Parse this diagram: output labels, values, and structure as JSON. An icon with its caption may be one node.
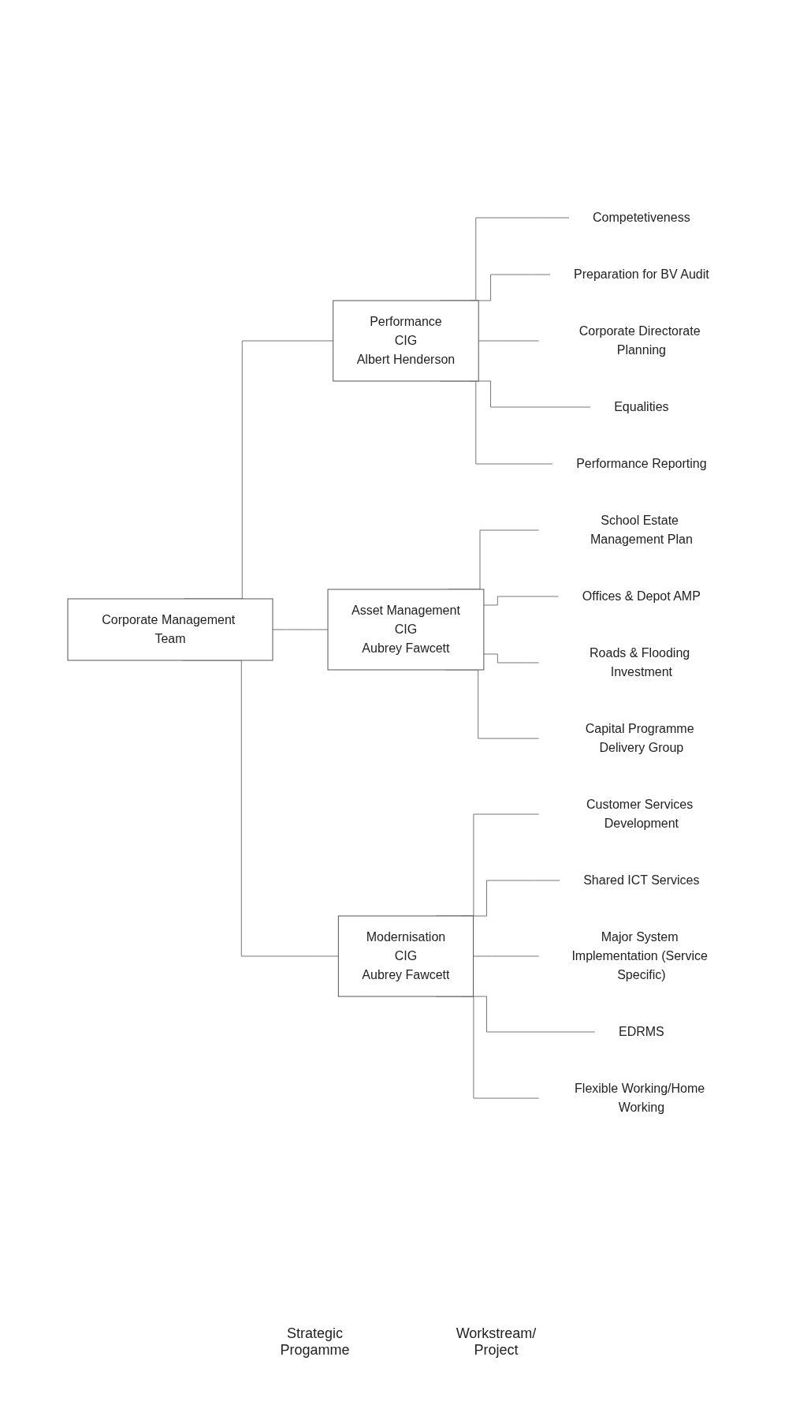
{
  "diagram": {
    "nodes": [
      {
        "text": [
          "Corporate Management Team"
        ]
      },
      {
        "text": [
          "Performance",
          "CIG",
          "Albert Henderson"
        ]
      },
      {
        "text": [
          "Competetiveness"
        ]
      },
      {
        "text": [
          "Preparation for BV Audit"
        ]
      },
      {
        "text": [
          "Corporate Directorate Planning"
        ]
      },
      {
        "text": [
          "Equalities"
        ]
      },
      {
        "text": [
          "Performance Reporting"
        ]
      },
      {
        "text": [
          "Asset Management",
          "CIG",
          "Aubrey Fawcett"
        ]
      },
      {
        "text": [
          "School Estate Management Plan"
        ]
      },
      {
        "text": [
          "Offices & Depot AMP"
        ]
      },
      {
        "text": [
          "Roads & Flooding Investment"
        ]
      },
      {
        "text": [
          "Capital Programme Delivery Group"
        ]
      },
      {
        "text": [
          "Modernisation",
          "CIG",
          "Aubrey Fawcett"
        ]
      },
      {
        "text": [
          "Customer Services Development"
        ]
      },
      {
        "text": [
          "Shared ICT Services"
        ]
      },
      {
        "text": [
          "Major System Implementation (Service Specific)"
        ]
      },
      {
        "text": [
          "EDRMS"
        ]
      },
      {
        "text": [
          "Flexible Working/Home Working"
        ]
      }
    ],
    "edges": [
      {
        "from": 0,
        "to": 1,
        "arrow": "none"
      },
      {
        "from": 0,
        "to": 7,
        "arrow": "none"
      },
      {
        "from": 0,
        "to": 12,
        "arrow": "none"
      },
      {
        "from": 1,
        "to": 2,
        "arrow": "none"
      },
      {
        "from": 1,
        "to": 3,
        "arrow": "none"
      },
      {
        "from": 1,
        "to": 4,
        "arrow": "none"
      },
      {
        "from": 1,
        "to": 5,
        "arrow": "none"
      },
      {
        "from": 1,
        "to": 6,
        "arrow": "none"
      },
      {
        "from": 7,
        "to": 8,
        "arrow": "none"
      },
      {
        "from": 7,
        "to": 9,
        "arrow": "none"
      },
      {
        "from": 7,
        "to": 10,
        "arrow": "none"
      },
      {
        "from": 7,
        "to": 11,
        "arrow": "none"
      },
      {
        "from": 12,
        "to": 13,
        "arrow": "none"
      },
      {
        "from": 12,
        "to": 14,
        "arrow": "none"
      },
      {
        "from": 12,
        "to": 15,
        "arrow": "none"
      },
      {
        "from": 12,
        "to": 16,
        "arrow": "none"
      },
      {
        "from": 12,
        "to": 17,
        "arrow": "none"
      }
    ],
    "labels": [
      "Strategic Progamme",
      "Workstream/ Project"
    ]
  }
}
